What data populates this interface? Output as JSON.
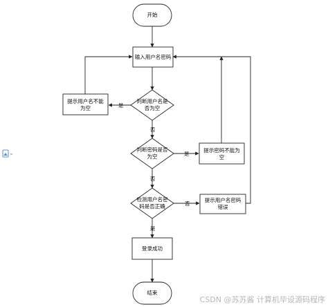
{
  "flowchart": {
    "start": "开始",
    "input": "输入用户名密码",
    "check_username": [
      "判断用户名是",
      "否为空"
    ],
    "prompt_username_empty": [
      "提示用户名不能",
      "为空"
    ],
    "check_password": [
      "判断密码是否",
      "为空"
    ],
    "prompt_password_empty": [
      "提示密码不能为",
      "空"
    ],
    "verify": [
      "检测用户名密",
      "码是否正确"
    ],
    "prompt_error": [
      "提示用户名密码",
      "错误"
    ],
    "login_success": "登录成功",
    "end": "结束",
    "labels": {
      "yes1": "是",
      "no1": "否",
      "yes2": "是",
      "no2": "否",
      "no3": "否",
      "yes3": "是"
    }
  },
  "watermark": {
    "text": "CSDN @苏苏酱    计算机毕设源码程序"
  },
  "colors": {
    "stroke": "#222222",
    "background": "#ffffff",
    "watermark": "#b8b8b8",
    "side_icon": "#5b8fd6"
  },
  "icons": {
    "side_icon": "image-icon"
  }
}
